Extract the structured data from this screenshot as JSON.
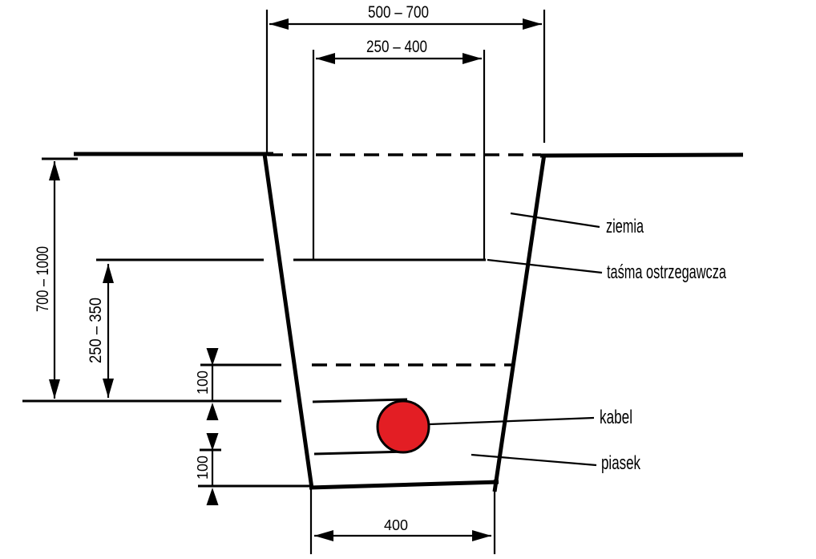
{
  "diagram": {
    "type": "cable-trench-cross-section",
    "dimensions": {
      "top_width": "500 – 700",
      "tape_width": "250 – 400",
      "total_depth": "700 – 1000",
      "tape_depth": "250 – 350",
      "sand_cover": "100",
      "sand_bed": "100",
      "bottom_width": "400"
    },
    "labels": {
      "soil": "ziemia",
      "warning_tape": "taśma ostrzegawcza",
      "cable": "kabel",
      "sand": "piasek"
    },
    "colors": {
      "cable_fill": "#e31e24",
      "line": "#000000",
      "background": "#ffffff"
    }
  }
}
